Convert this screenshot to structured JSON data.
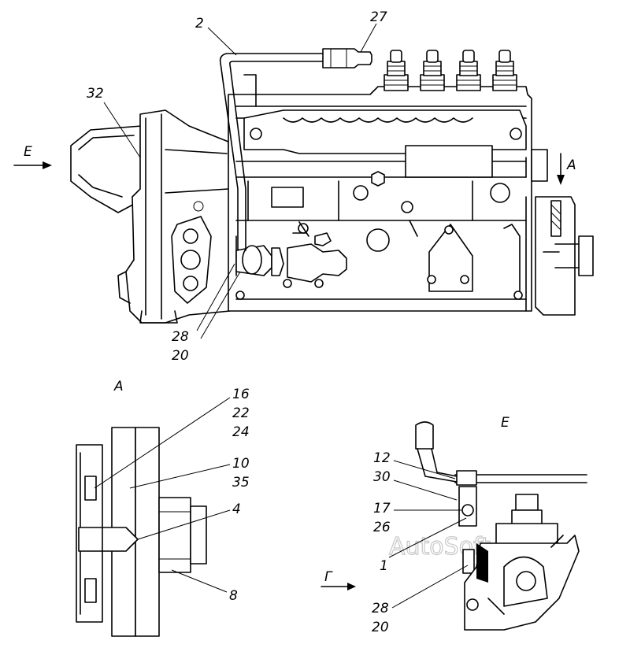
{
  "watermark": "AutoSoft",
  "views": {
    "main": {
      "arrow_E_label": "Е",
      "arrow_A_label": "А",
      "callouts": [
        "2",
        "27",
        "32",
        "28",
        "20"
      ]
    },
    "detail_A": {
      "title": "А",
      "callouts": [
        "16",
        "22",
        "24",
        "10",
        "35",
        "4",
        "8"
      ]
    },
    "detail_E": {
      "title": "Е",
      "arrow_G_label": "Г",
      "callouts": [
        "12",
        "30",
        "17",
        "26",
        "1",
        "28",
        "20"
      ]
    }
  }
}
